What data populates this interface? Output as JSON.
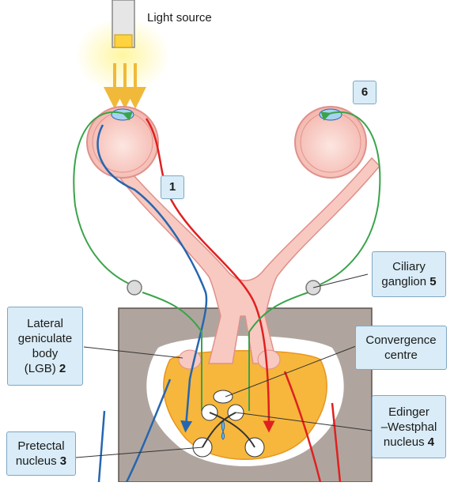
{
  "light_source": {
    "label": "Light source"
  },
  "markers": {
    "one": "1",
    "six": "6"
  },
  "labels": {
    "ciliary": {
      "line1": "Ciliary",
      "line2": "ganglion",
      "num": "5"
    },
    "lgb": {
      "line1": "Lateral",
      "line2": "geniculate",
      "line3": "body",
      "line4": "(LGB)",
      "num": "2"
    },
    "convergence": {
      "line1": "Convergence",
      "line2": "centre"
    },
    "edinger": {
      "line1": "Edinger",
      "line2": "–Westphal",
      "line3": "nucleus",
      "num": "4"
    },
    "pretectal": {
      "line1": "Pretectal",
      "line2": "nucleus",
      "num": "3"
    }
  },
  "colors": {
    "optic_tissue": "#f7c9c1",
    "optic_outline": "#e0908a",
    "midbrain": "#f6b73c",
    "midbrain_outline": "#e8951f",
    "box_gray": "#b0a59e",
    "green_path": "#3aa34a",
    "red_path": "#e02020",
    "blue_path": "#2666b0",
    "label_fill": "#d9ecf7"
  }
}
